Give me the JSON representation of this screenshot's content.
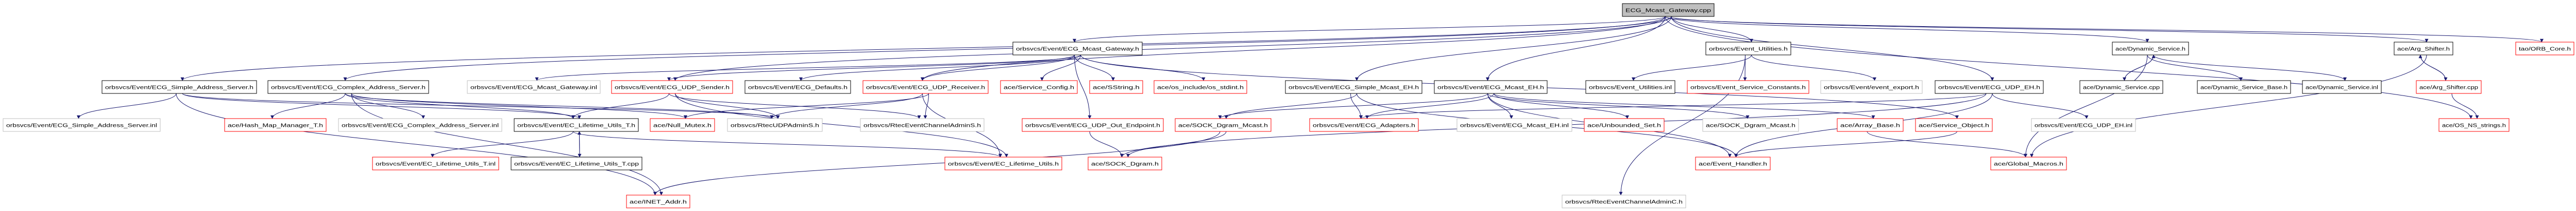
{
  "title": "ECG_Mcast_Gateway.cpp include dependency graph",
  "colors": {
    "edge": "#191970",
    "root_fill": "#bfbfbf",
    "documented": "#000000",
    "undocumented": "#ff0000",
    "external": "#bfbfbf"
  },
  "nodes": [
    {
      "id": "root",
      "label": "ECG_Mcast_Gateway.cpp",
      "kind": "root"
    },
    {
      "id": "mgh",
      "label": "orbsvcs/Event/ECG_Mcast_Gateway.h",
      "kind": "documented"
    },
    {
      "id": "euh",
      "label": "orbsvcs/Event_Utilities.h",
      "kind": "documented"
    },
    {
      "id": "dsh",
      "label": "ace/Dynamic_Service.h",
      "kind": "documented"
    },
    {
      "id": "ash",
      "label": "ace/Arg_Shifter.h",
      "kind": "documented"
    },
    {
      "id": "orb",
      "label": "tao/ORB_Core.h",
      "kind": "undocumented"
    },
    {
      "id": "sas",
      "label": "orbsvcs/Event/ECG_Simple_Address_Server.h",
      "kind": "documented"
    },
    {
      "id": "cas",
      "label": "orbsvcs/Event/ECG_Complex_Address_Server.h",
      "kind": "documented"
    },
    {
      "id": "mgi",
      "label": "orbsvcs/Event/ECG_Mcast_Gateway.inl",
      "kind": "external"
    },
    {
      "id": "uds",
      "label": "orbsvcs/Event/ECG_UDP_Sender.h",
      "kind": "undocumented"
    },
    {
      "id": "def",
      "label": "orbsvcs/Event/ECG_Defaults.h",
      "kind": "documented"
    },
    {
      "id": "udr",
      "label": "orbsvcs/Event/ECG_UDP_Receiver.h",
      "kind": "undocumented"
    },
    {
      "id": "svc",
      "label": "ace/Service_Config.h",
      "kind": "undocumented"
    },
    {
      "id": "sst",
      "label": "ace/SString.h",
      "kind": "undocumented"
    },
    {
      "id": "osi",
      "label": "ace/os_include/os_stdint.h",
      "kind": "undocumented"
    },
    {
      "id": "sme",
      "label": "orbsvcs/Event/ECG_Simple_Mcast_EH.h",
      "kind": "documented"
    },
    {
      "id": "meh",
      "label": "orbsvcs/Event/ECG_Mcast_EH.h",
      "kind": "documented"
    },
    {
      "id": "eui",
      "label": "orbsvcs/Event_Utilities.inl",
      "kind": "documented"
    },
    {
      "id": "esc",
      "label": "orbsvcs/Event_Service_Constants.h",
      "kind": "undocumented"
    },
    {
      "id": "eex",
      "label": "orbsvcs/Event/event_export.h",
      "kind": "external"
    },
    {
      "id": "ueh",
      "label": "orbsvcs/Event/ECG_UDP_EH.h",
      "kind": "documented"
    },
    {
      "id": "dsc",
      "label": "ace/Dynamic_Service.cpp",
      "kind": "documented"
    },
    {
      "id": "dsb",
      "label": "ace/Dynamic_Service_Base.h",
      "kind": "documented"
    },
    {
      "id": "dsi",
      "label": "ace/Dynamic_Service.inl",
      "kind": "documented"
    },
    {
      "id": "asc",
      "label": "ace/Arg_Shifter.cpp",
      "kind": "undocumented"
    },
    {
      "id": "sai",
      "label": "orbsvcs/Event/ECG_Simple_Address_Server.inl",
      "kind": "external"
    },
    {
      "id": "hmm",
      "label": "ace/Hash_Map_Manager_T.h",
      "kind": "undocumented"
    },
    {
      "id": "cai",
      "label": "orbsvcs/Event/ECG_Complex_Address_Server.inl",
      "kind": "external"
    },
    {
      "id": "lth",
      "label": "orbsvcs/Event/EC_Lifetime_Utils_T.h",
      "kind": "documented"
    },
    {
      "id": "nmx",
      "label": "ace/Null_Mutex.h",
      "kind": "undocumented"
    },
    {
      "id": "rua",
      "label": "orbsvcs/RtecUDPAdminS.h",
      "kind": "external"
    },
    {
      "id": "rea",
      "label": "orbsvcs/RtecEventChannelAdminS.h",
      "kind": "external"
    },
    {
      "id": "uoe",
      "label": "orbsvcs/Event/ECG_UDP_Out_Endpoint.h",
      "kind": "undocumented"
    },
    {
      "id": "sdm",
      "label": "ace/SOCK_Dgram_Mcast.h",
      "kind": "undocumented"
    },
    {
      "id": "ada",
      "label": "orbsvcs/Event/ECG_Adapters.h",
      "kind": "undocumented"
    },
    {
      "id": "mei",
      "label": "orbsvcs/Event/ECG_Mcast_EH.inl",
      "kind": "external"
    },
    {
      "id": "ubs",
      "label": "ace/Unbounded_Set.h",
      "kind": "undocumented"
    },
    {
      "id": "sdm2",
      "label": "ace/SOCK_Dgram_Mcast.h",
      "kind": "external"
    },
    {
      "id": "arb",
      "label": "ace/Array_Base.h",
      "kind": "undocumented"
    },
    {
      "id": "sob",
      "label": "ace/Service_Object.h",
      "kind": "undocumented"
    },
    {
      "id": "uei",
      "label": "orbsvcs/Event/ECG_UDP_EH.inl",
      "kind": "external"
    },
    {
      "id": "nss",
      "label": "ace/OS_NS_strings.h",
      "kind": "undocumented"
    },
    {
      "id": "lti",
      "label": "orbsvcs/Event/EC_Lifetime_Utils_T.inl",
      "kind": "undocumented"
    },
    {
      "id": "ltc",
      "label": "orbsvcs/Event/EC_Lifetime_Utils_T.cpp",
      "kind": "documented"
    },
    {
      "id": "ltu",
      "label": "orbsvcs/Event/EC_Lifetime_Utils.h",
      "kind": "undocumented"
    },
    {
      "id": "sdg",
      "label": "ace/SOCK_Dgram.h",
      "kind": "undocumented"
    },
    {
      "id": "evh",
      "label": "ace/Event_Handler.h",
      "kind": "undocumented"
    },
    {
      "id": "gmc",
      "label": "ace/Global_Macros.h",
      "kind": "undocumented"
    },
    {
      "id": "ina",
      "label": "ace/INET_Addr.h",
      "kind": "undocumented"
    },
    {
      "id": "rec",
      "label": "orbsvcs/RtecEventChannelAdminC.h",
      "kind": "external"
    }
  ],
  "edges": [
    [
      "root",
      "mgh"
    ],
    [
      "root",
      "euh"
    ],
    [
      "root",
      "dsh"
    ],
    [
      "root",
      "ash"
    ],
    [
      "root",
      "orb"
    ],
    [
      "root",
      "sas"
    ],
    [
      "root",
      "cas"
    ],
    [
      "root",
      "uds"
    ],
    [
      "root",
      "udr"
    ],
    [
      "root",
      "sme"
    ],
    [
      "root",
      "meh"
    ],
    [
      "root",
      "ueh"
    ],
    [
      "root",
      "nss"
    ],
    [
      "mgh",
      "mgi"
    ],
    [
      "mgh",
      "uds"
    ],
    [
      "mgh",
      "def"
    ],
    [
      "mgh",
      "udr"
    ],
    [
      "mgh",
      "svc"
    ],
    [
      "mgh",
      "sst"
    ],
    [
      "mgh",
      "osi"
    ],
    [
      "mgh",
      "uoe"
    ],
    [
      "mgh",
      "sob"
    ],
    [
      "sas",
      "sai"
    ],
    [
      "sas",
      "lth"
    ],
    [
      "sas",
      "ina"
    ],
    [
      "sas",
      "rua"
    ],
    [
      "cas",
      "hmm"
    ],
    [
      "cas",
      "cai"
    ],
    [
      "cas",
      "lth"
    ],
    [
      "cas",
      "ina"
    ],
    [
      "cas",
      "rua"
    ],
    [
      "cas",
      "nmx"
    ],
    [
      "lth",
      "lti"
    ],
    [
      "lth",
      "ltc"
    ],
    [
      "lth",
      "ltu"
    ],
    [
      "ltc",
      "lth"
    ],
    [
      "uds",
      "lth"
    ],
    [
      "uds",
      "rua"
    ],
    [
      "uds",
      "rea"
    ],
    [
      "uds",
      "ltu"
    ],
    [
      "udr",
      "rua"
    ],
    [
      "udr",
      "rea"
    ],
    [
      "udr",
      "ltu"
    ],
    [
      "udr",
      "nmx"
    ],
    [
      "uoe",
      "sdg"
    ],
    [
      "sdm",
      "sdg"
    ],
    [
      "sdm",
      "ina"
    ],
    [
      "sme",
      "sdm"
    ],
    [
      "sme",
      "ada"
    ],
    [
      "sme",
      "evh"
    ],
    [
      "meh",
      "sdm"
    ],
    [
      "meh",
      "ada"
    ],
    [
      "meh",
      "mei"
    ],
    [
      "meh",
      "ubs"
    ],
    [
      "meh",
      "sdm2"
    ],
    [
      "meh",
      "arb"
    ],
    [
      "meh",
      "evh"
    ],
    [
      "euh",
      "eui"
    ],
    [
      "euh",
      "esc"
    ],
    [
      "euh",
      "eex"
    ],
    [
      "euh",
      "rec"
    ],
    [
      "ueh",
      "evh"
    ],
    [
      "ueh",
      "ada"
    ],
    [
      "ueh",
      "uei"
    ],
    [
      "ueh",
      "sdg"
    ],
    [
      "sob",
      "evh"
    ],
    [
      "arb",
      "gmc"
    ],
    [
      "dsh",
      "dsc"
    ],
    [
      "dsh",
      "dsb"
    ],
    [
      "dsh",
      "dsi"
    ],
    [
      "dsh",
      "gmc"
    ],
    [
      "dsc",
      "dsh"
    ],
    [
      "ash",
      "asc"
    ],
    [
      "ash",
      "gmc"
    ],
    [
      "asc",
      "ash"
    ],
    [
      "asc",
      "nss"
    ]
  ]
}
